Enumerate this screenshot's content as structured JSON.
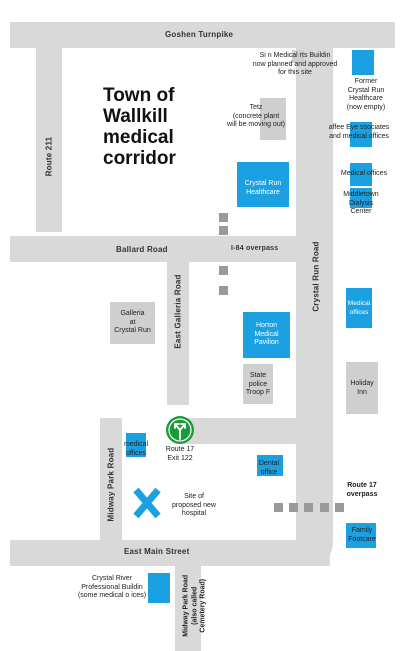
{
  "title": "Town of\nWallkill\nmedical\ncorridor",
  "roads": {
    "goshen": "Goshen Turnpike",
    "route211": "Route 211",
    "ballard": "Ballard Road",
    "overpass_i84": "I-84 overpass",
    "east_galleria": "East Galleria Road",
    "crystal_run": "Crystal Run Road",
    "midway_park": "Midway Park Road",
    "route17_overpass": "Route 17\noverpass",
    "east_main": "East Main Street",
    "midway_park_south": "Midway Park Road\n(also called\nCemetery Road)"
  },
  "places": {
    "sign_medical_arts": "Si n Medical  rts Buildin\nnow planned and approved\nfor this site",
    "former_crystal_run": "Former\nCrystal Run\nHealthcare\n(now empty)",
    "tetz": "Tetz\n(concrete plant\nwill be moving out)",
    "cataffee": "affee Eye  ssociates\nand medical offices",
    "medical_offices_ne": "Medical offices",
    "middletown_dialysis": "Middletown\nDialysis\nCenter",
    "crystal_run_healthcare": "Crystal Run\nHealthcare",
    "galleria": "Galleria\nat\nCrystal Run",
    "horton": "Horton\nMedical\nPavilion",
    "medical_offices_e": "Medical\noffices",
    "state_police": "State\npolice\nTroop F",
    "holiday_inn": "Holiday\nInn",
    "medical_offices_w": "medical\noffices",
    "route17_exit": "Route 17\nExit 122",
    "dental_office": "Dental\noffice",
    "proposed_hospital": "Site of\nproposed new\nhospital",
    "family_footcare": "Family\nFootcare",
    "crystal_river": "Crystal River\nProfessional Buildin\n(some medical o  ices)"
  },
  "colors": {
    "road": "#d9d9d9",
    "medical": "#1ba1e2",
    "other": "#cfcfcf",
    "overpass": "#9a9a9a",
    "route_sign": "#1a9a3b",
    "marker": "#1ba1e2"
  },
  "icons": {
    "route_sign": "route-17-exit-sign-icon",
    "marker": "proposed-hospital-x-marker-icon"
  }
}
